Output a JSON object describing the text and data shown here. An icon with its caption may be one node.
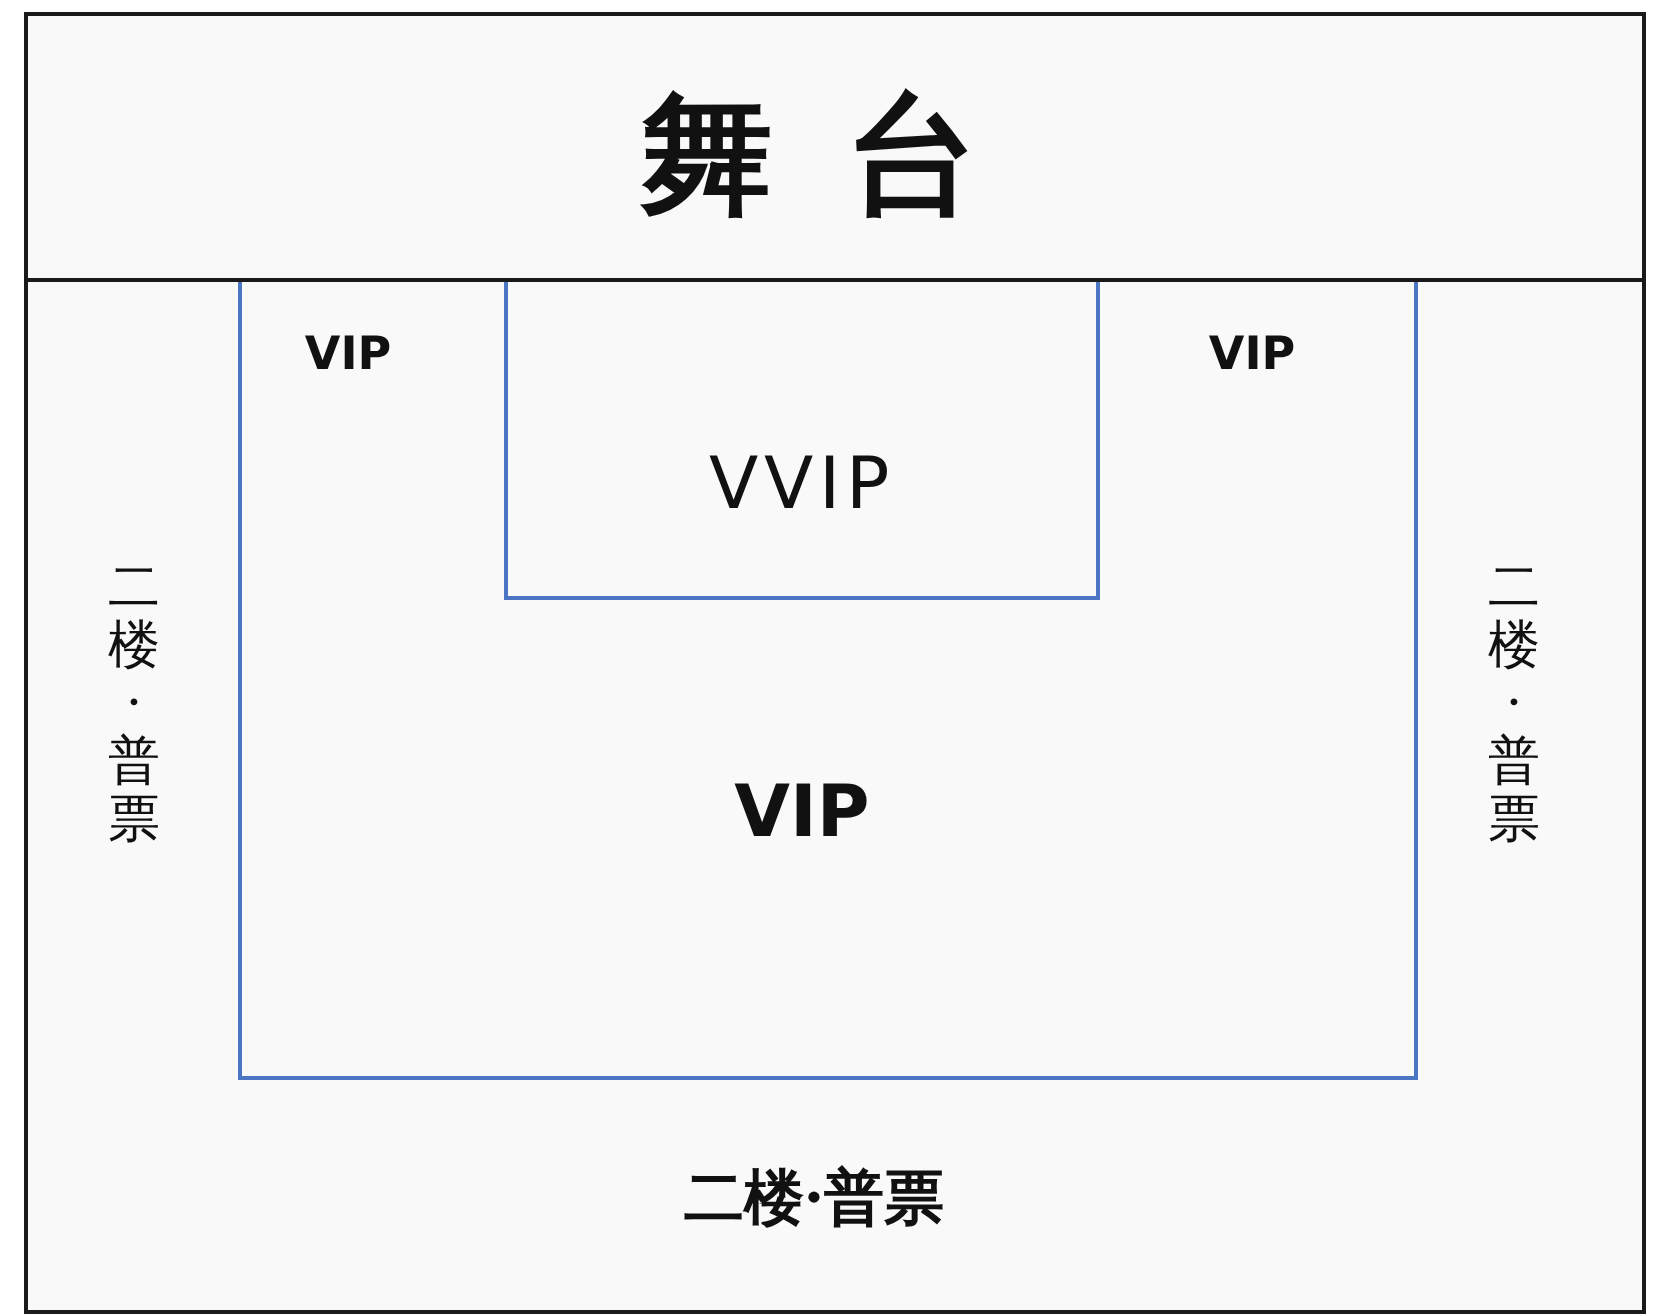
{
  "diagram": {
    "nodes": [
      {
        "text": [
          "舞台"
        ]
      },
      {
        "text": [
          "二楼·普票",
          "二楼·普票",
          "二楼·普票"
        ]
      },
      {
        "text": [
          "VIP",
          "VIP",
          "VIP"
        ],
        "in": 1
      },
      {
        "text": [
          "VVIP"
        ],
        "in": 2
      }
    ]
  }
}
